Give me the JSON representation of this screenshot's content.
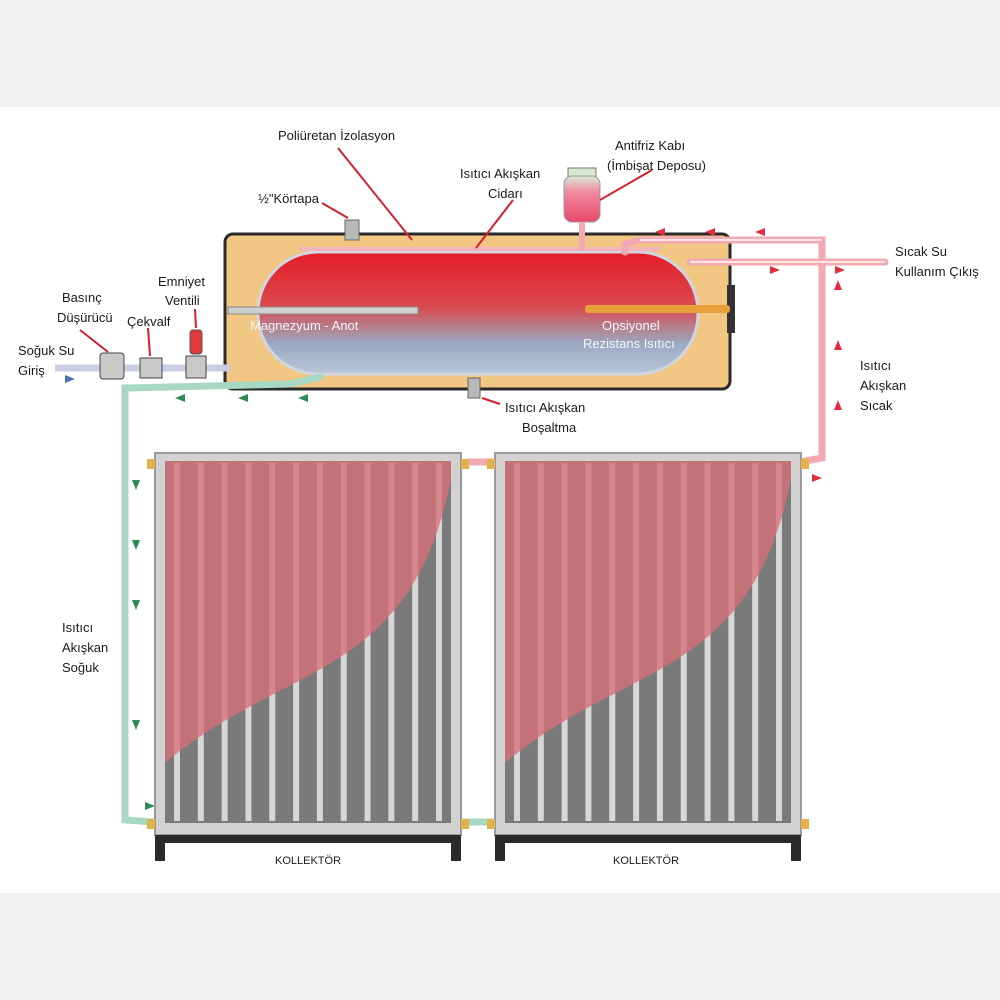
{
  "labels": {
    "poliuretan": "Poliüretan İzolasyon",
    "antifriz_1": "Antifriz Kabı",
    "antifriz_2": "(İmbişat Deposu)",
    "cidar_1": "Isıtıcı Akışkan",
    "cidar_2": "Cidarı",
    "kortapa": "½\"Körtapa",
    "emniyet_1": "Emniyet",
    "emniyet_2": "Ventili",
    "basinc_1": "Basınç",
    "basinc_2": "Düşürücü",
    "cekvalf": "Çekvalf",
    "soguk_su_1": "Soğuk Su",
    "soguk_su_2": "Giriş",
    "magnezyum": "Magnezyum - Anot",
    "rezistans_1": "Opsiyonel",
    "rezistans_2": "Rezistans Isıtıcı",
    "sicak_su_1": "Sıcak Su",
    "sicak_su_2": "Kullanım Çıkış",
    "akiskan_sicak_1": "Isıtıcı",
    "akiskan_sicak_2": "Akışkan",
    "akiskan_sicak_3": "Sıcak",
    "bosaltma_1": "Isıtıcı Akışkan",
    "bosaltma_2": "Boşaltma",
    "akiskan_soguk_1": "Isıtıcı",
    "akiskan_soguk_2": "Akışkan",
    "akiskan_soguk_3": "Soğuk",
    "kollektor_left": "KOLLEKTÖR",
    "kollektor_right": "KOLLEKTÖR"
  },
  "colors": {
    "insulation": "#f2c784",
    "tank_hot": "#e8202a",
    "tank_cold": "#7f97b8",
    "hot_pipe": "#f2a9b2",
    "cold_pipe": "#a8d8c4",
    "flow_hot_arrow": "#e03040",
    "flow_cold_arrow": "#2e8b57",
    "collector_frame": "#d2d2d2",
    "collector_glass_hot": "#d8707a",
    "collector_glass_cold": "#7a7a7a",
    "collector_base": "#2a2a2a"
  },
  "icons": [
    "arrow-right-icon",
    "arrow-left-icon",
    "arrow-up-icon",
    "arrow-down-icon"
  ]
}
